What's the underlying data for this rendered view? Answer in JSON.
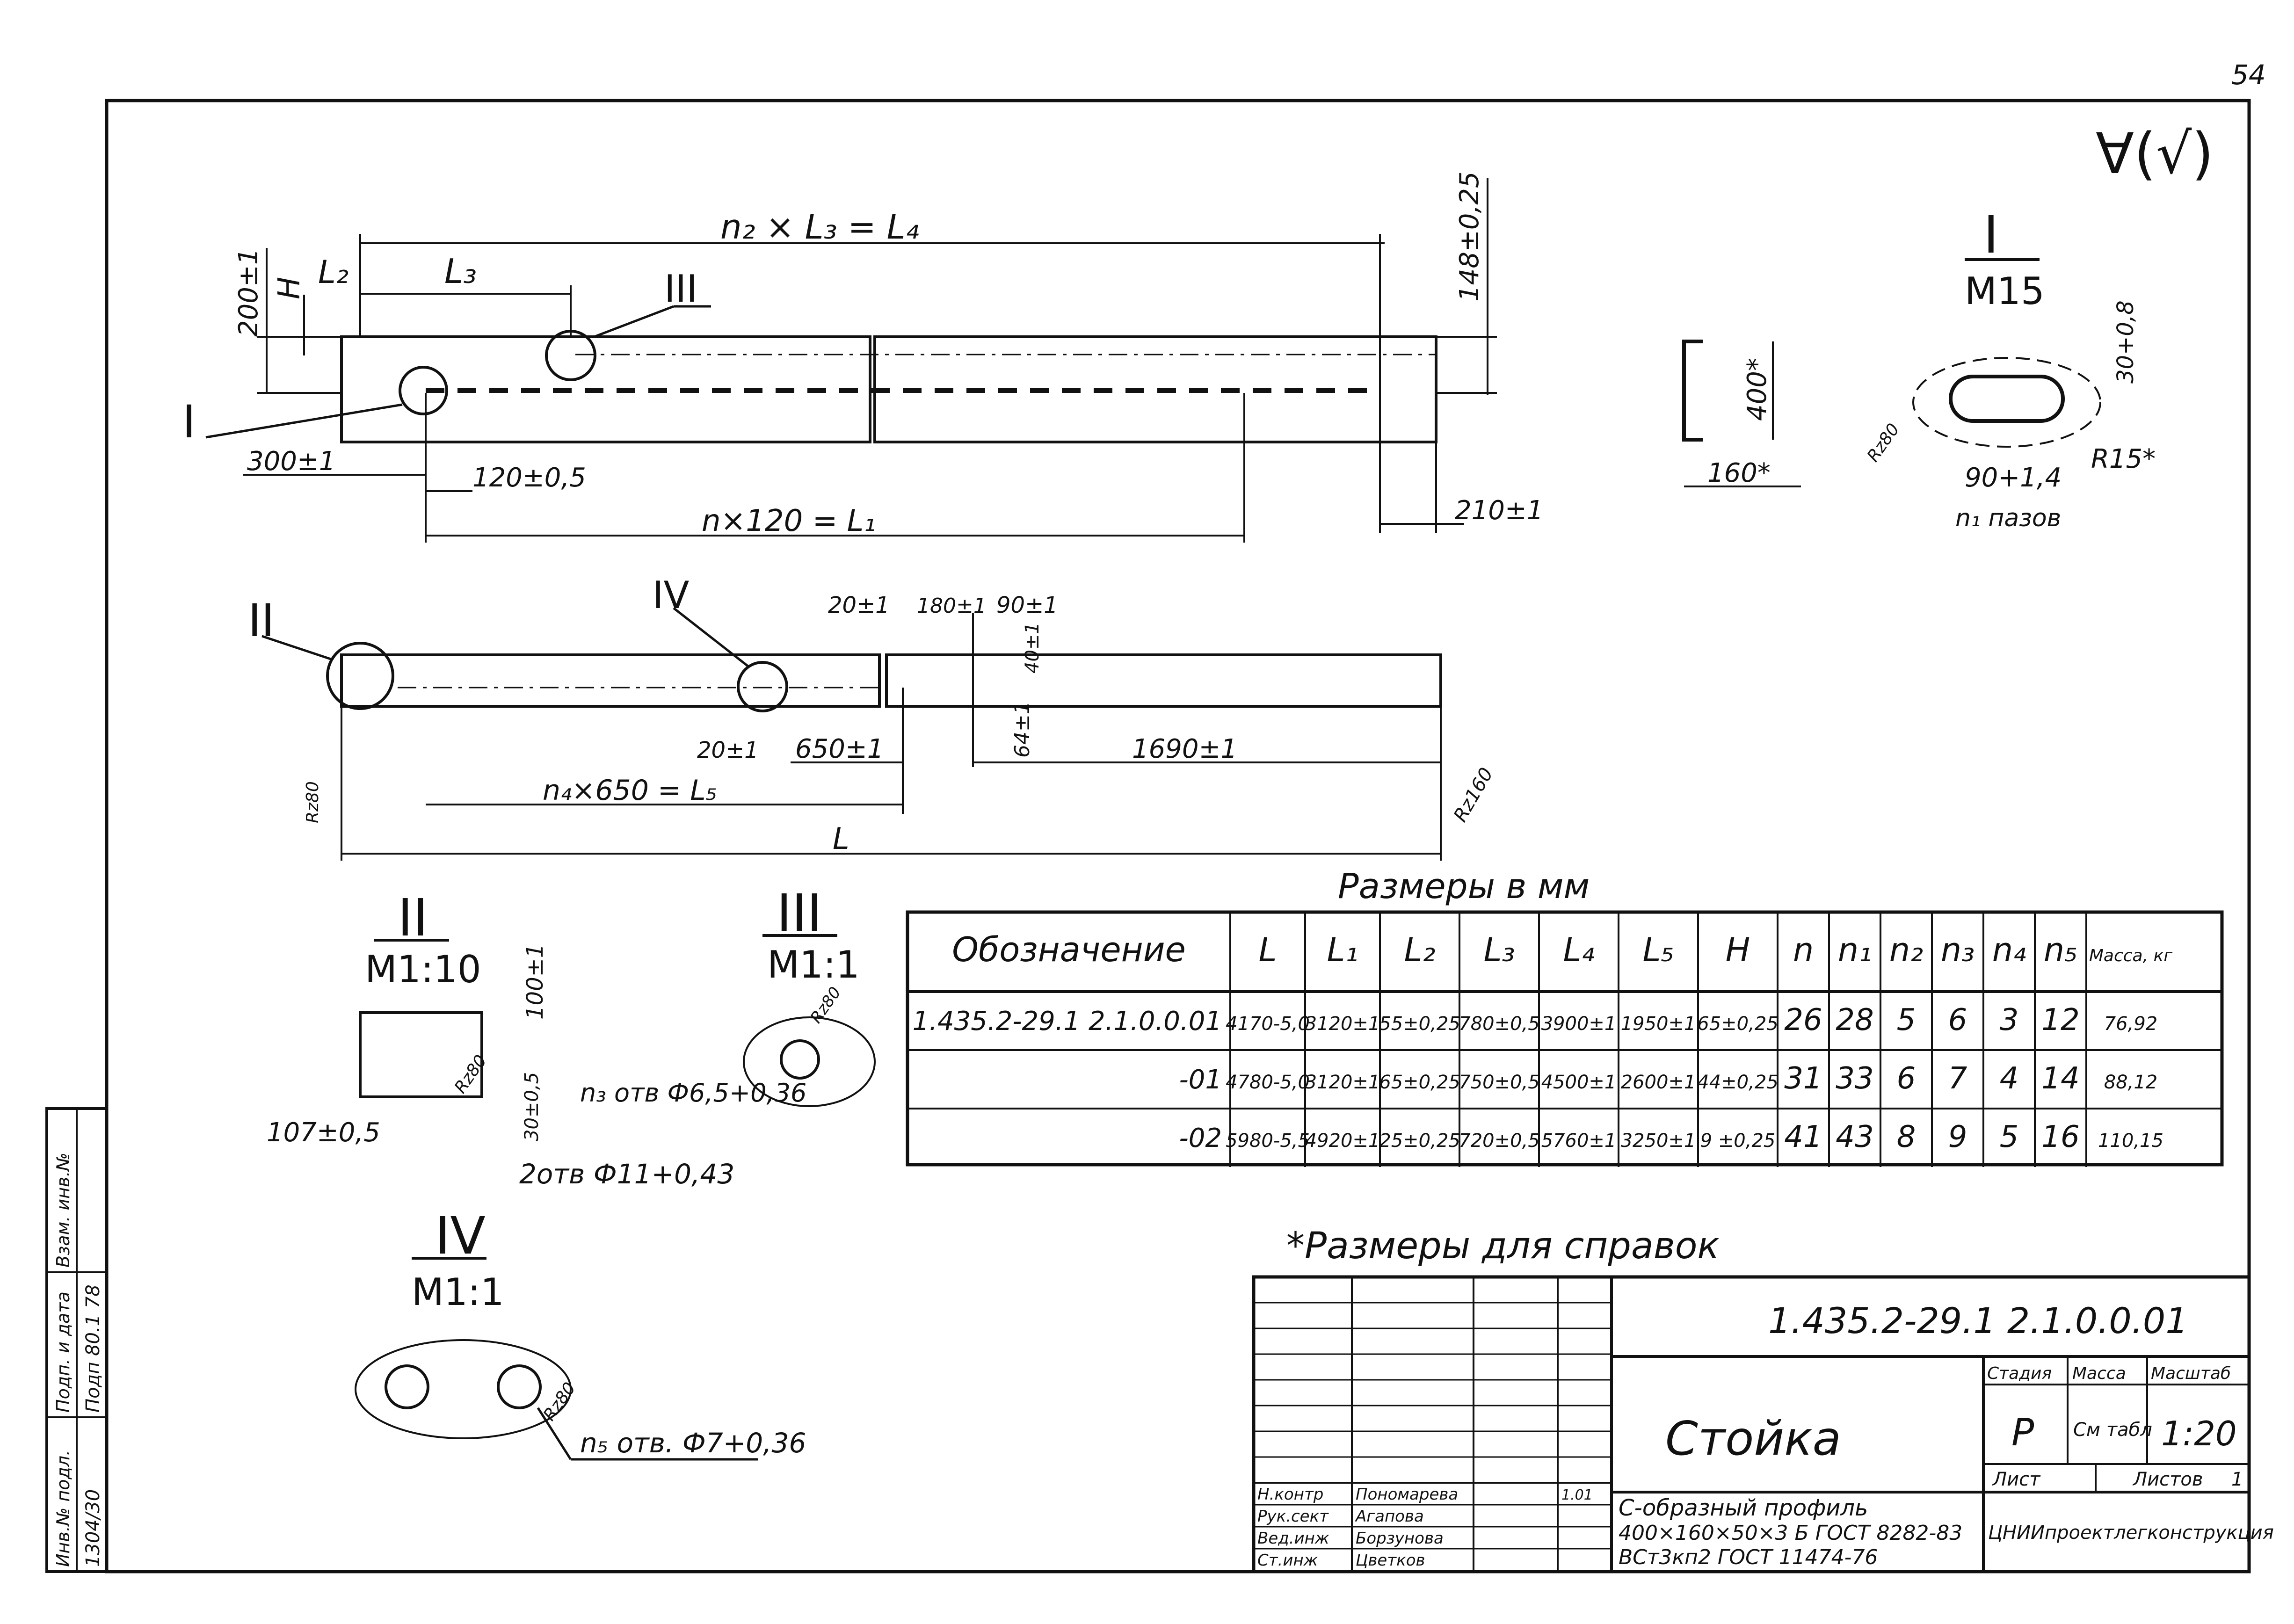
{
  "page_number": "54",
  "roughness": "∀(√)",
  "sizes_note": "Размеры в мм",
  "reference_note": "*Размеры для справок",
  "dims": {
    "n2L3L4": "n₂ × L₃ = L₄",
    "l2": "L₂",
    "l3": "L₃",
    "h": "H",
    "d200": "200±1",
    "d148": "148±0,25",
    "d300": "300±1",
    "d120": "120±0,5",
    "nL1": "n×120 = L₁",
    "d210": "210±1",
    "d20a": "20±1",
    "d180": "180±1",
    "d90": "90±1",
    "d40": "40±1",
    "d64": "64±1",
    "d20b": "20±1",
    "d650": "650±1",
    "d1690": "1690±1",
    "n4L5": "n₄×650 = L₅",
    "L": "L",
    "rz80": "Rz80",
    "rz160": "Rz160",
    "d400": "400*",
    "d160": "160*",
    "d30": "30+0,8",
    "d90s": "90+1,4",
    "r15": "R15*",
    "n1slots": "n₁ пазов",
    "rz80b": "Rz80",
    "d100": "100±1",
    "d107": "107±0,5",
    "d30b": "30±0,5",
    "rz80c": "Rz80",
    "holes11": "2отв Ф11+0,43",
    "holes65": "n₃ отв Ф6,5+0,36",
    "rz80d": "Rz80",
    "holes7": "n₅ отв. Ф7+0,36",
    "rz80e": "Rz80"
  },
  "callouts": {
    "I": "I",
    "II": "II",
    "III": "III",
    "IV": "IV"
  },
  "details": [
    {
      "id": "I",
      "scale": "M15"
    },
    {
      "id": "II",
      "scale": "M1:10"
    },
    {
      "id": "III",
      "scale": "M1:1"
    },
    {
      "id": "IV",
      "scale": "M1:1"
    }
  ],
  "table": {
    "headers": [
      "Обозначение",
      "L",
      "L₁",
      "L₂",
      "L₃",
      "L₄",
      "L₅",
      "H",
      "n",
      "n₁",
      "n₂",
      "n₃",
      "n₄",
      "n₅",
      "Масса, кг"
    ],
    "rows": [
      [
        "1.435.2-29.1   2.1.0.0.01",
        "4170-5,0",
        "3120±1",
        "55±0,25",
        "780±0,5",
        "3900±1",
        "1950±1",
        "65±0,25",
        "26",
        "28",
        "5",
        "6",
        "3",
        "12",
        "76,92"
      ],
      [
        "-01",
        "4780-5,0",
        "3120±1",
        "65±0,25",
        "750±0,5",
        "4500±1",
        "2600±1",
        "44±0,25",
        "31",
        "33",
        "6",
        "7",
        "4",
        "14",
        "88,12"
      ],
      [
        "-02",
        "5980-5,5",
        "4920±1",
        "25±0,25",
        "720±0,5",
        "5760±1",
        "3250±1",
        "9 ±0,25",
        "41",
        "43",
        "8",
        "9",
        "5",
        "16",
        "110,15"
      ]
    ]
  },
  "title_block": {
    "designation": "1.435.2-29.1    2.1.0.0.01",
    "name": "Стойка",
    "material_line1": "С-образный профиль",
    "material_line2": "400×160×50×3 Б ГОСТ 8282-83",
    "material_line3": "ВСт3кп2 ГОСТ 11474-76",
    "stage_label": "Стадия",
    "mass_label": "Масса",
    "scale_label": "Масштаб",
    "stage_value": "Р",
    "mass_value": "См табл",
    "scale_value": "1:20",
    "sheet_label": "Лист",
    "sheets_label": "Листов",
    "sheets_value": "1",
    "org": "ЦНИИпроектлегконструкция",
    "roles": [
      "Н.контр",
      "Рук.сект",
      "Вед.инж",
      "Ст.инж"
    ],
    "names": [
      "Пономарева",
      "Агапова",
      "Борзунова",
      "Цветков"
    ],
    "dates": [
      "1.01",
      "",
      "",
      ""
    ],
    "sign_marks": [
      "",
      "",
      "",
      ""
    ]
  },
  "side_stamp": {
    "labels": [
      "Инв.№ подл.",
      "Подп. и дата",
      "Взам. инв.№"
    ],
    "values": [
      "1304/30",
      "Подп 80.1 78",
      ""
    ]
  }
}
